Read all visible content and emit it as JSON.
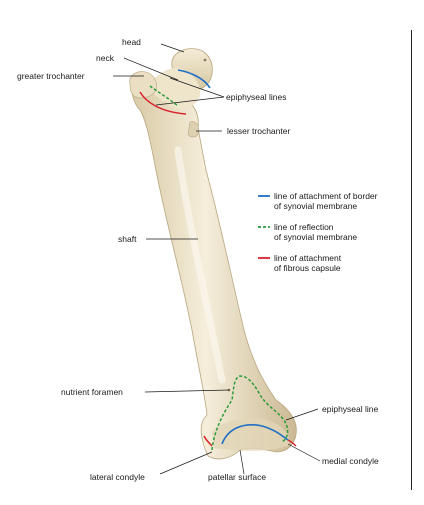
{
  "labels": {
    "head": "head",
    "neck": "neck",
    "greater_trochanter": "greater trochanter",
    "epiphyseal_lines": "epiphyseal lines",
    "lesser_trochanter": "lesser trochanter",
    "shaft": "shaft",
    "nutrient_foramen": "nutrient foramen",
    "epiphyseal_line": "epiphyseal line",
    "medial_condyle": "medial condyle",
    "lateral_condyle": "lateral condyle",
    "patellar_surface": "patellar surface"
  },
  "legend": [
    {
      "line_style": "solid",
      "color": "#1f6fc4",
      "lines": [
        "line of attachment of border",
        "of synovial membrane"
      ]
    },
    {
      "line_style": "dashed",
      "color": "#2a9d3a",
      "lines": [
        "line of reflection",
        "of synovial membrane"
      ]
    },
    {
      "line_style": "solid",
      "color": "#d8232a",
      "lines": [
        "line of attachment",
        "of fibrous capsule"
      ]
    }
  ],
  "colors": {
    "bone": "#efe6cf",
    "bone_shade": "#cdbd98",
    "blue": "#1f6fc4",
    "green": "#2a9d3a",
    "red": "#d8232a"
  }
}
